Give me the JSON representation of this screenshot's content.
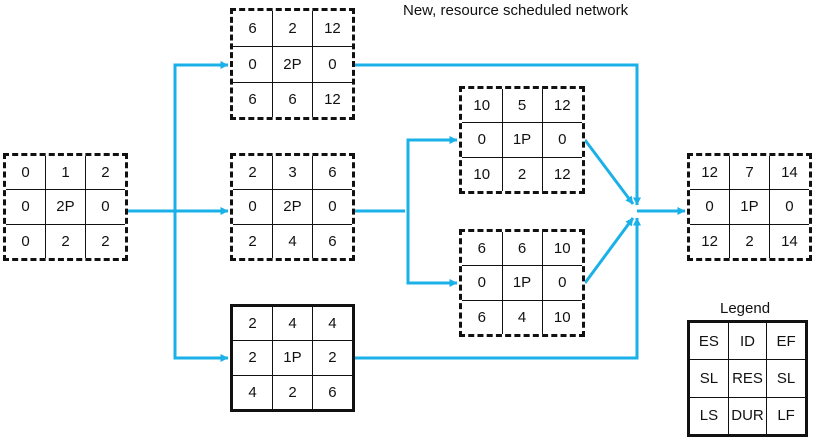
{
  "title": "New, resource scheduled network",
  "colors": {
    "arrow": "#1ab0e8",
    "border": "#111111"
  },
  "nodes": [
    {
      "id": "start",
      "style": "dashed",
      "cells": [
        [
          "0",
          "1",
          "2"
        ],
        [
          "0",
          "2P",
          "0"
        ],
        [
          "0",
          "2",
          "2"
        ]
      ]
    },
    {
      "id": "top",
      "style": "dashed",
      "cells": [
        [
          "6",
          "2",
          "12"
        ],
        [
          "0",
          "2P",
          "0"
        ],
        [
          "6",
          "6",
          "12"
        ]
      ]
    },
    {
      "id": "middle",
      "style": "dashed",
      "cells": [
        [
          "2",
          "3",
          "6"
        ],
        [
          "0",
          "2P",
          "0"
        ],
        [
          "2",
          "4",
          "6"
        ]
      ]
    },
    {
      "id": "bottom",
      "style": "solid",
      "cells": [
        [
          "2",
          "4",
          "4"
        ],
        [
          "2",
          "1P",
          "2"
        ],
        [
          "4",
          "2",
          "6"
        ]
      ]
    },
    {
      "id": "upper-right",
      "style": "dashed",
      "cells": [
        [
          "10",
          "5",
          "12"
        ],
        [
          "0",
          "1P",
          "0"
        ],
        [
          "10",
          "2",
          "12"
        ]
      ]
    },
    {
      "id": "lower-right",
      "style": "dashed",
      "cells": [
        [
          "6",
          "6",
          "10"
        ],
        [
          "0",
          "1P",
          "0"
        ],
        [
          "6",
          "4",
          "10"
        ]
      ]
    },
    {
      "id": "end",
      "style": "dashed",
      "cells": [
        [
          "12",
          "7",
          "14"
        ],
        [
          "0",
          "1P",
          "0"
        ],
        [
          "12",
          "2",
          "14"
        ]
      ]
    }
  ],
  "legend": {
    "title": "Legend",
    "cells": [
      [
        "ES",
        "ID",
        "EF"
      ],
      [
        "SL",
        "RES",
        "SL"
      ],
      [
        "LS",
        "DUR",
        "LF"
      ]
    ]
  }
}
